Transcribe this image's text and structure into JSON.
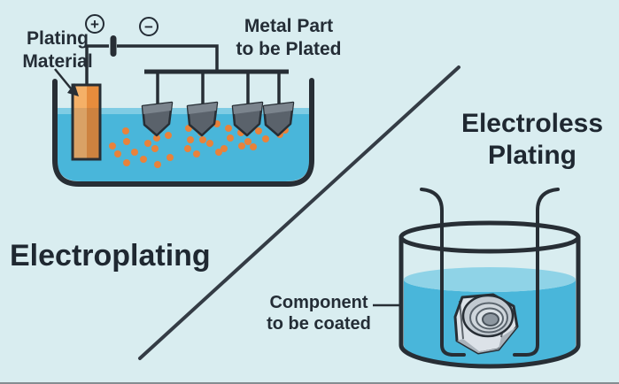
{
  "left_panel": {
    "title": "Electroplating",
    "plating_material_label": "Plating\nMaterial",
    "metal_part_label": "Metal Part\nto be Plated",
    "anode_terminal": "+",
    "cathode_terminal": "−"
  },
  "right_panel": {
    "title": "Electroless\nPlating",
    "component_label": "Component\nto be coated"
  },
  "colors": {
    "background": "#d9edf0",
    "ink_outline": "#272e35",
    "text": "#242d36",
    "solution_water": "#49b6da",
    "water_surface_highlight": "#8fd3e7",
    "plating_bar_light": "#f5b067",
    "plating_bar_dark": "#e78c3c",
    "ion_dots": "#e8823b",
    "hook_body": "#5a626b",
    "hook_highlight": "#7b848d",
    "nut_metal_light": "#dce2e8",
    "nut_metal_shadow": "#aab3bb"
  }
}
